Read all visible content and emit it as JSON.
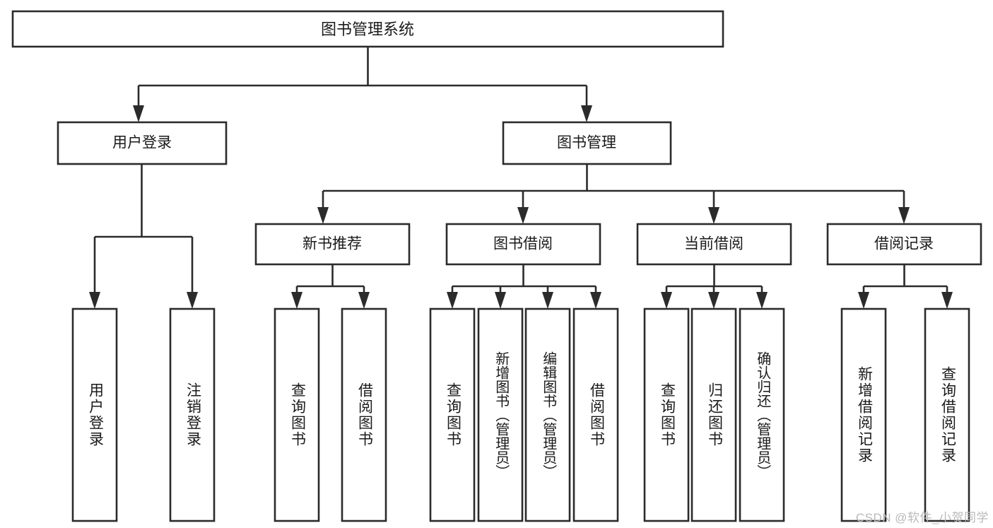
{
  "diagram": {
    "type": "tree-hierarchy",
    "title": "图书管理系统",
    "watermark": "CSDN @软件_小贺同学",
    "colors": {
      "stroke": "#2b2b2b",
      "fill": "#ffffff",
      "text": "#1a1a1a",
      "watermark": "#b9b9b9",
      "background": "#ffffff"
    },
    "levels": {
      "root": {
        "label": "图书管理系统"
      },
      "level1": [
        {
          "label": "用户登录"
        },
        {
          "label": "图书管理"
        }
      ],
      "level2": [
        {
          "label": "新书推荐"
        },
        {
          "label": "图书借阅"
        },
        {
          "label": "当前借阅"
        },
        {
          "label": "借阅记录"
        }
      ],
      "leaves": [
        {
          "label": "用户登录",
          "parent": "用户登录"
        },
        {
          "label": "注销登录",
          "parent": "用户登录"
        },
        {
          "label": "查询图书",
          "parent": "新书推荐"
        },
        {
          "label": "借阅图书",
          "parent": "新书推荐"
        },
        {
          "label": "查询图书",
          "parent": "图书借阅"
        },
        {
          "label": "新增图书（管理员）",
          "parent": "图书借阅"
        },
        {
          "label": "编辑图书（管理员）",
          "parent": "图书借阅"
        },
        {
          "label": "借阅图书",
          "parent": "图书借阅"
        },
        {
          "label": "查询图书",
          "parent": "当前借阅"
        },
        {
          "label": "归还图书",
          "parent": "当前借阅"
        },
        {
          "label": "确认归还（管理员）",
          "parent": "当前借阅"
        },
        {
          "label": "新增借阅记录",
          "parent": "借阅记录"
        },
        {
          "label": "查询借阅记录",
          "parent": "借阅记录"
        }
      ]
    }
  }
}
